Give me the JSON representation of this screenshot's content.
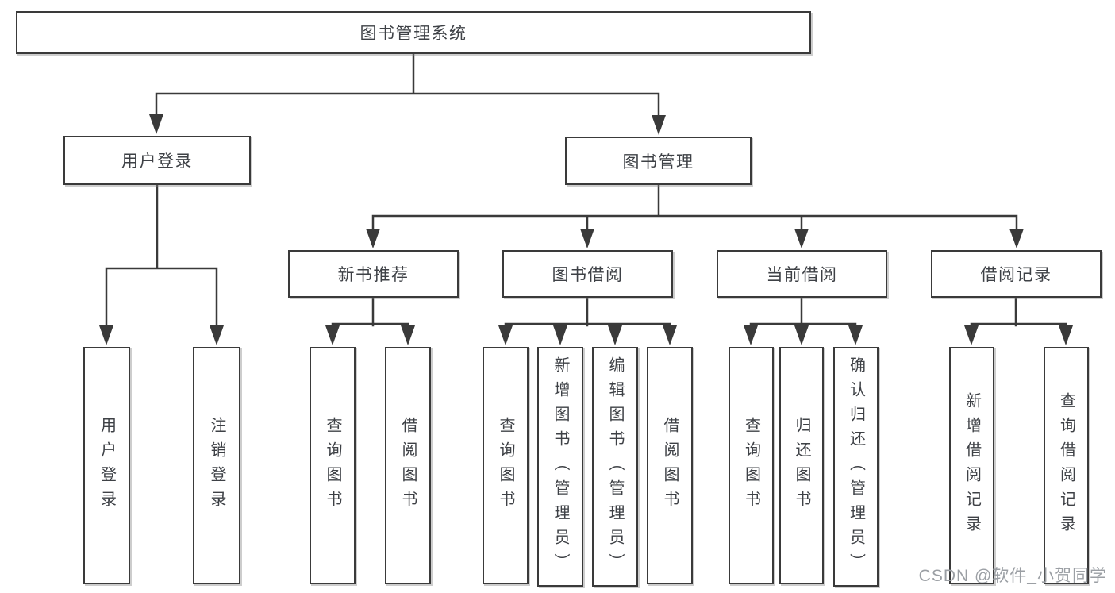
{
  "diagram": {
    "title": "图书管理系统",
    "root": {
      "label": "图书管理系统"
    },
    "level2": {
      "user_login": {
        "label": "用户登录"
      },
      "book_management": {
        "label": "图书管理"
      }
    },
    "level3": {
      "new_book_recommend": {
        "label": "新书推荐"
      },
      "book_borrow": {
        "label": "图书借阅"
      },
      "current_borrow": {
        "label": "当前借阅"
      },
      "borrow_record": {
        "label": "借阅记录"
      }
    },
    "leaves": {
      "user_login": [
        "用户登录",
        "注销登录"
      ],
      "new_book_recommend": [
        "查询图书",
        "借阅图书"
      ],
      "book_borrow": [
        "查询图书",
        "新增图书（管理员）",
        "编辑图书（管理员）",
        "借阅图书"
      ],
      "current_borrow": [
        "查询图书",
        "归还图书",
        "确认归还（管理员）"
      ],
      "borrow_record": [
        "新增借阅记录",
        "查询借阅记录"
      ]
    }
  },
  "watermark": {
    "text": "CSDN @软件_小贺同学"
  },
  "colors": {
    "line": "#3a3a3a",
    "box_border": "#3a3a3a",
    "text": "#3e4146",
    "watermark": "#9b9fa4",
    "background": "#ffffff"
  }
}
